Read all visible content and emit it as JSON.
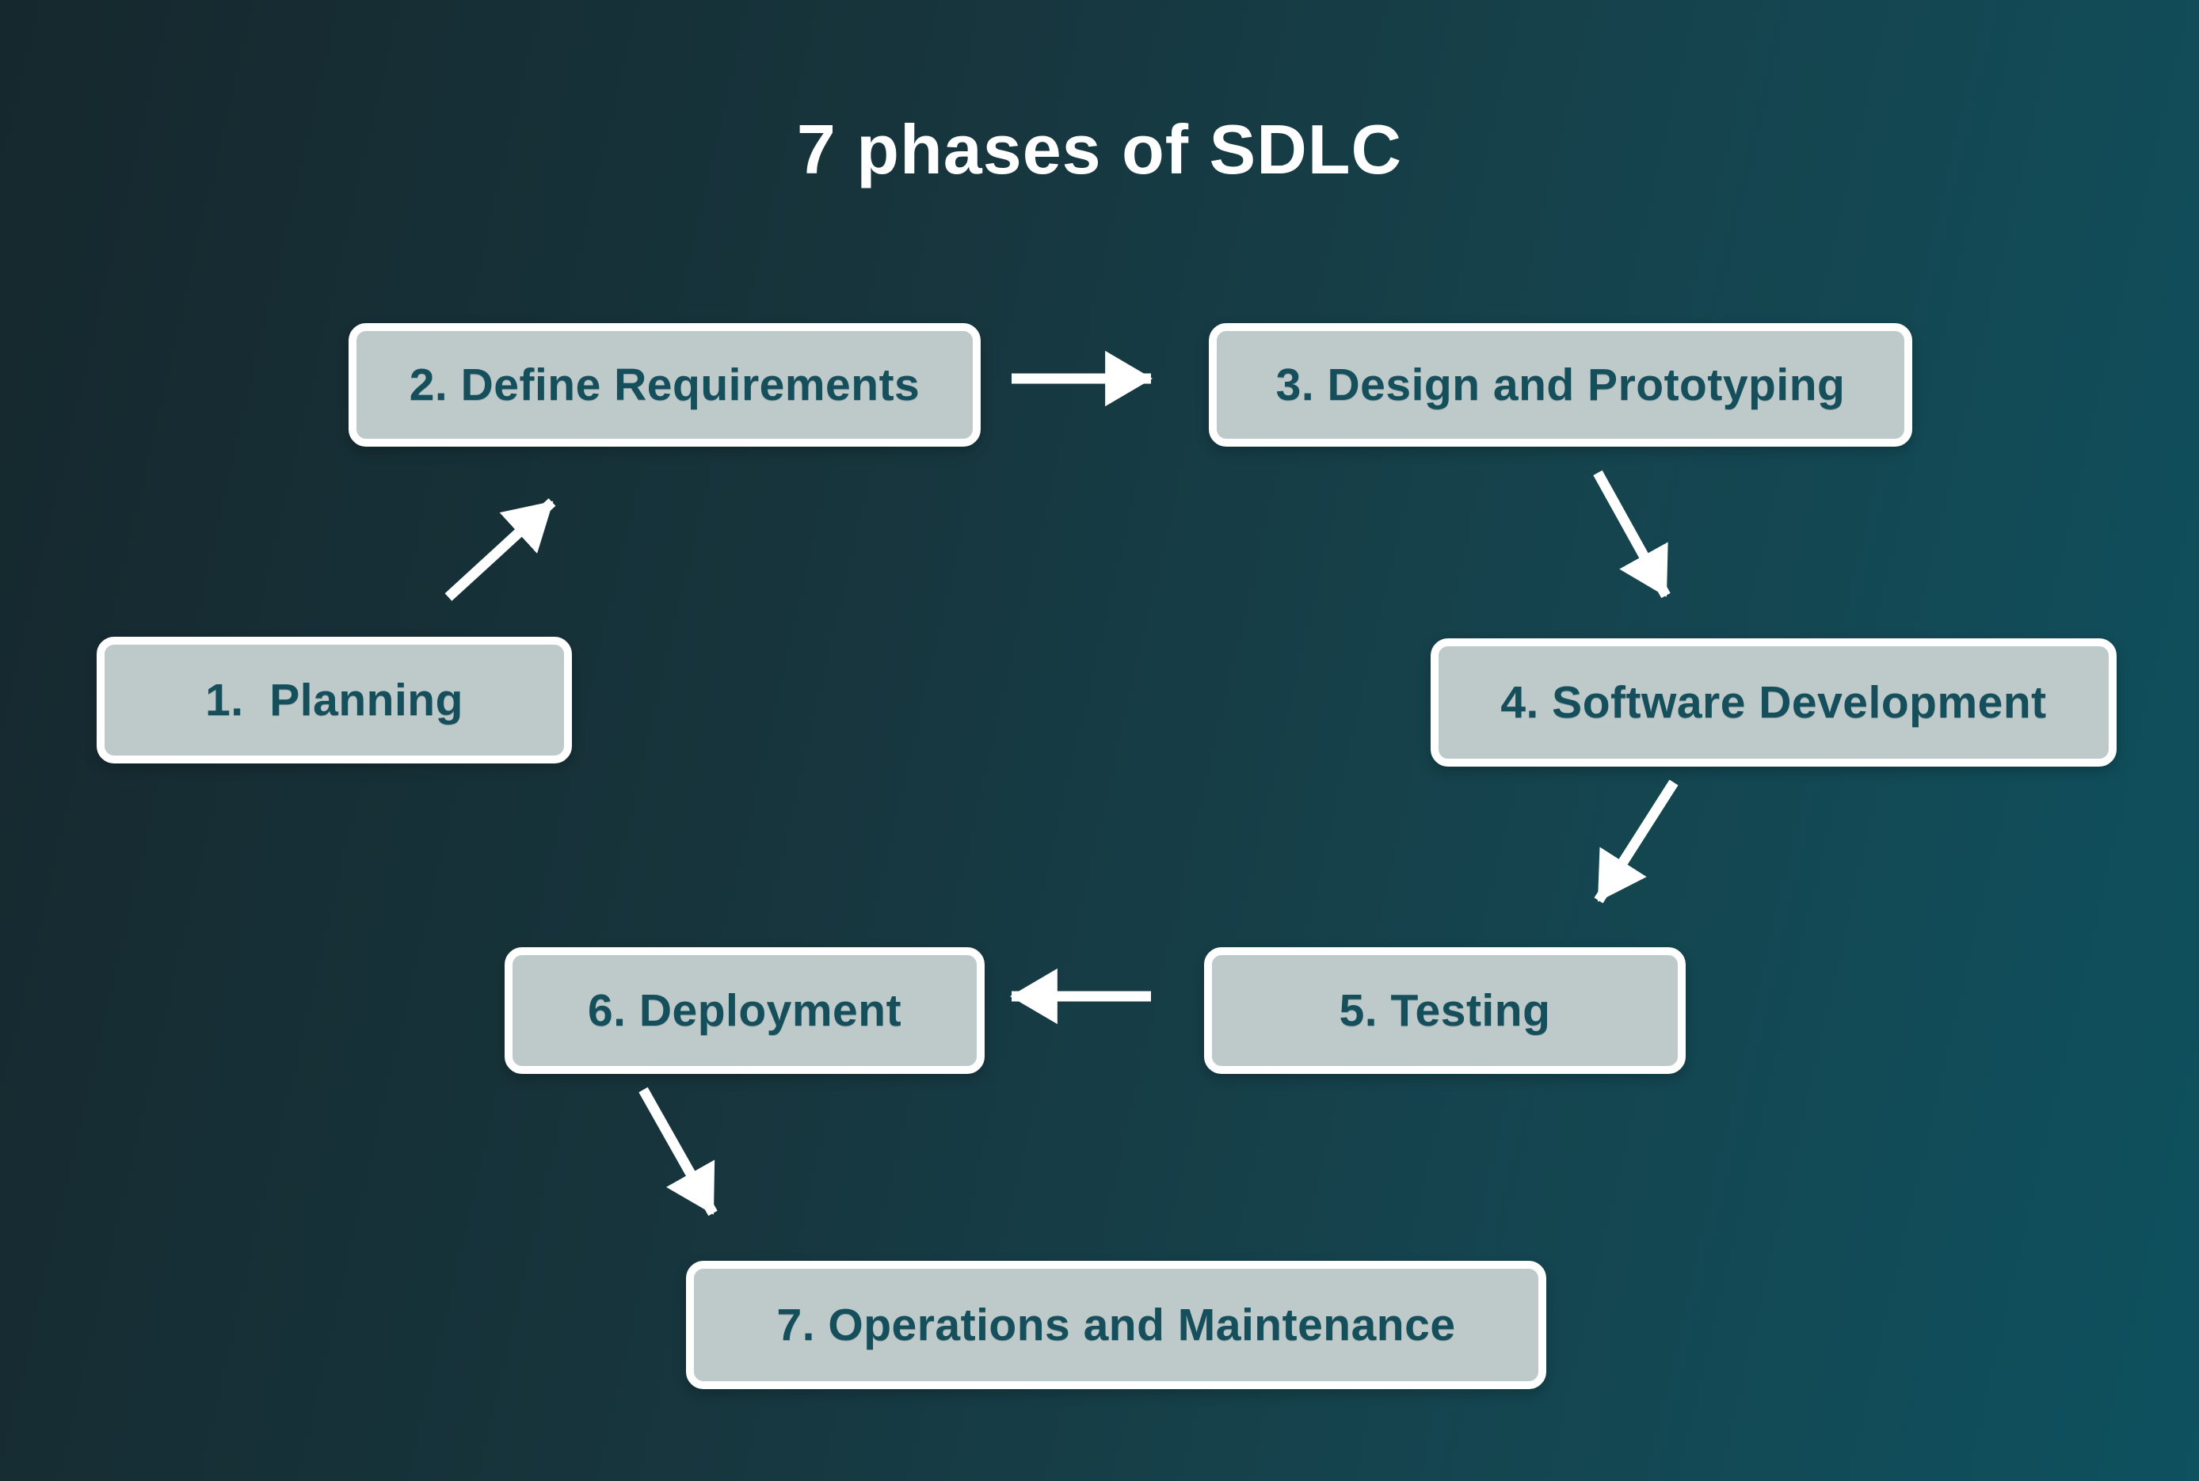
{
  "title": "7 phases of SDLC",
  "diagram": {
    "nodes": [
      {
        "id": "planning",
        "label": "1.  Planning"
      },
      {
        "id": "define-requirements",
        "label": "2. Define Requirements"
      },
      {
        "id": "design-prototyping",
        "label": "3. Design and Prototyping"
      },
      {
        "id": "software-development",
        "label": "4. Software Development"
      },
      {
        "id": "testing",
        "label": "5. Testing"
      },
      {
        "id": "deployment",
        "label": "6. Deployment"
      },
      {
        "id": "operations-maintenance",
        "label": "7. Operations and Maintenance"
      }
    ],
    "edges": [
      {
        "from": "planning",
        "to": "define-requirements"
      },
      {
        "from": "define-requirements",
        "to": "design-prototyping"
      },
      {
        "from": "design-prototyping",
        "to": "software-development"
      },
      {
        "from": "software-development",
        "to": "testing"
      },
      {
        "from": "testing",
        "to": "deployment"
      },
      {
        "from": "deployment",
        "to": "operations-maintenance"
      }
    ]
  },
  "colors": {
    "background_gradient_start": "#15282d",
    "background_gradient_end": "#0e515f",
    "node_fill": "#bec9ca",
    "node_border": "#ffffff",
    "node_text": "#164f5c",
    "title_text": "#ffffff",
    "arrow": "#ffffff"
  }
}
